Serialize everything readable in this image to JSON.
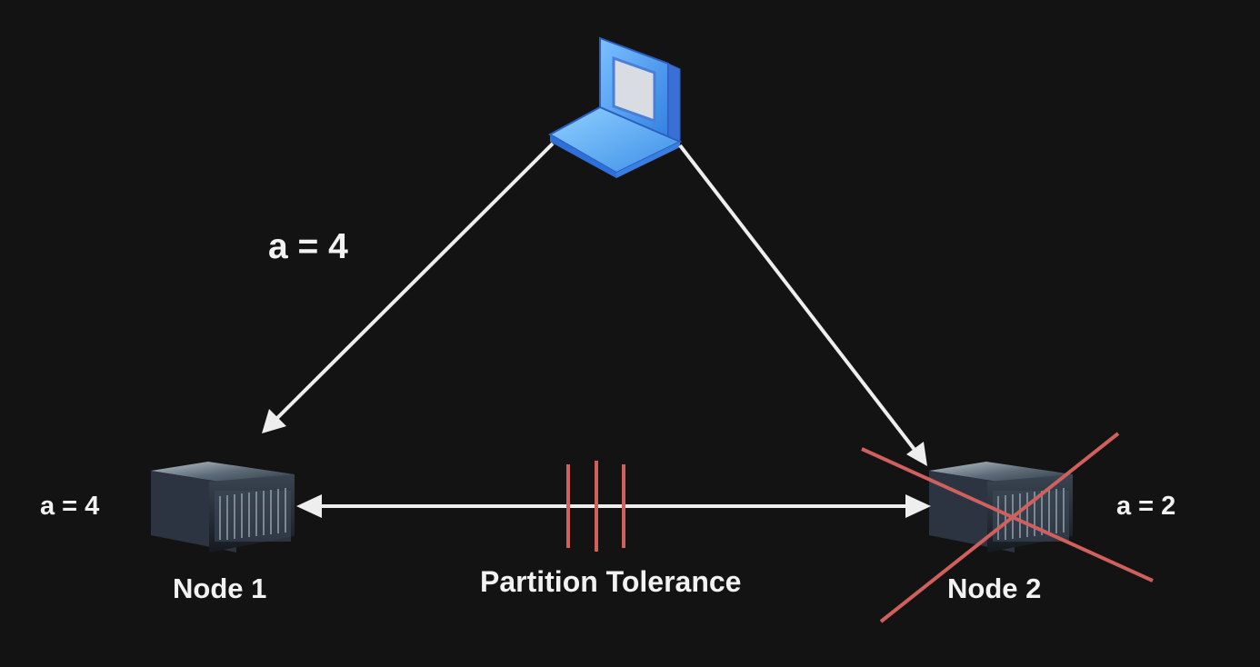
{
  "client": {
    "icon": "laptop-icon",
    "write_label": "a = 4"
  },
  "nodes": [
    {
      "name": "Node 1",
      "value_label": "a = 4",
      "icon": "server-icon",
      "status": "up"
    },
    {
      "name": "Node 2",
      "value_label": "a = 2",
      "icon": "server-icon",
      "status": "failed"
    }
  ],
  "link": {
    "label": "Partition Tolerance",
    "cut_marks": 3
  },
  "colors": {
    "background": "#131313",
    "text": "#f2f2f2",
    "arrow": "#eeeeee",
    "failure": "#d0605e",
    "laptop": "#5aa7ef"
  }
}
